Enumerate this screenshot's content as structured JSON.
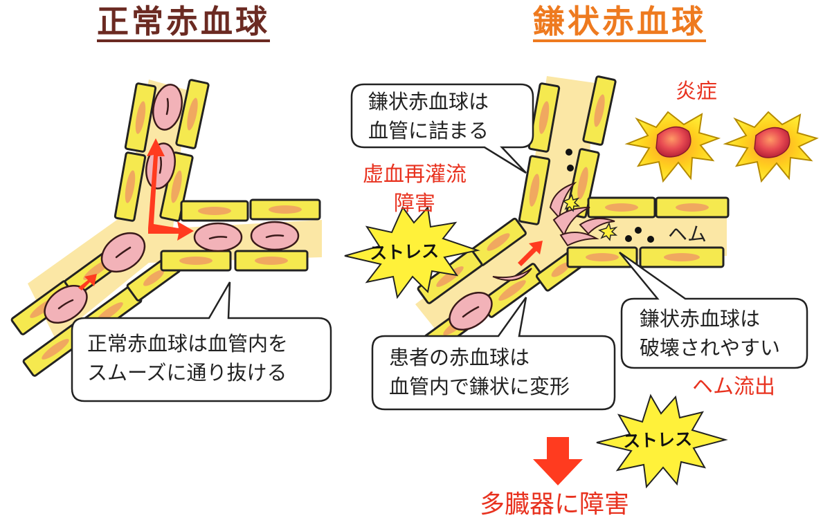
{
  "titles": {
    "normal": "正常赤血球",
    "sickle": "鎌状赤血球"
  },
  "callouts": {
    "normal_pass": [
      "正常赤血球は血管内を",
      "スムーズに通り抜ける"
    ],
    "sickle_block": [
      "鎌状赤血球は",
      "血管に詰まる"
    ],
    "patient_deform": [
      "患者の赤血球は",
      "血管内で鎌状に変形"
    ],
    "sickle_fragile": [
      "鎌状赤血球は",
      "破壊されやすい"
    ]
  },
  "labels": {
    "ischemia": [
      "虚血再灌流",
      "障害"
    ],
    "inflammation": "炎症",
    "heme_release": "ヘム流出",
    "heme": "ヘム",
    "stress": "ストレス",
    "organ_damage": "多臓器に障害"
  },
  "colors": {
    "normal_title": "#6b2a22",
    "sickle_title": "#ee7a1f",
    "red_text": "#e8321f",
    "vessel_fill": "#fbe7a5",
    "cell_fill": "#f5e94f",
    "nucleus": "#f0a860",
    "rbc_fill": "#f2b2b8",
    "arrow": "#ff3b1f",
    "burst": "#fff13a"
  }
}
